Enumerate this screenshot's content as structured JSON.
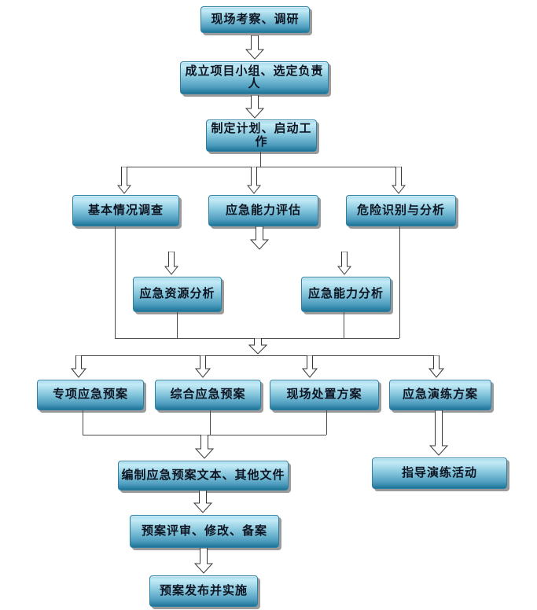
{
  "flowchart": {
    "nodes": [
      {
        "id": "site-survey",
        "label": "现场考察、调研"
      },
      {
        "id": "team-setup",
        "label": "成立项目小组、选定负责人"
      },
      {
        "id": "plan-kickoff",
        "label": "制定计划、启动工作"
      },
      {
        "id": "basic-survey",
        "label": "基本情况调查"
      },
      {
        "id": "capability-eval",
        "label": "应急能力评估"
      },
      {
        "id": "hazard-analysis",
        "label": "危险识别与分析"
      },
      {
        "id": "resource-analysis",
        "label": "应急资源分析"
      },
      {
        "id": "capability-analysis",
        "label": "应急能力分析"
      },
      {
        "id": "special-plan",
        "label": "专项应急预案"
      },
      {
        "id": "comprehensive-plan",
        "label": "综合应急预案"
      },
      {
        "id": "onsite-plan",
        "label": "现场处置方案"
      },
      {
        "id": "drill-plan",
        "label": "应急演练方案"
      },
      {
        "id": "compile-docs",
        "label": "编制应急预案文本、其他文件"
      },
      {
        "id": "guide-drill",
        "label": "指导演练活动"
      },
      {
        "id": "review-revise",
        "label": "预案评审、修改、备案"
      },
      {
        "id": "publish",
        "label": "预案发布并实施"
      }
    ],
    "edges": [
      {
        "from": [
          "site-survey"
        ],
        "to": [
          "team-setup"
        ]
      },
      {
        "from": [
          "team-setup"
        ],
        "to": [
          "plan-kickoff"
        ]
      },
      {
        "from": [
          "plan-kickoff"
        ],
        "to": [
          "basic-survey",
          "capability-eval",
          "hazard-analysis"
        ]
      },
      {
        "from": [
          "capability-eval"
        ],
        "to": [
          "resource-analysis",
          "capability-analysis"
        ]
      },
      {
        "from": [
          "basic-survey",
          "resource-analysis",
          "capability-analysis",
          "hazard-analysis"
        ],
        "to": [
          "special-plan",
          "comprehensive-plan",
          "onsite-plan",
          "drill-plan"
        ]
      },
      {
        "from": [
          "special-plan",
          "comprehensive-plan",
          "onsite-plan"
        ],
        "to": [
          "compile-docs"
        ]
      },
      {
        "from": [
          "drill-plan"
        ],
        "to": [
          "guide-drill"
        ]
      },
      {
        "from": [
          "compile-docs"
        ],
        "to": [
          "review-revise"
        ]
      },
      {
        "from": [
          "review-revise"
        ],
        "to": [
          "publish"
        ]
      }
    ],
    "colors": {
      "box_top": "#a6dcee",
      "box_highlight": "#c3eaf6",
      "box_mid": "#85c6dc",
      "box_bottom": "#2e84a6",
      "box_base": "#1f7396",
      "box_border": "#2f7fa2",
      "box_shadow": "#9b9b9b",
      "text": "#0d1422",
      "connector_line": "#4b4b4b",
      "arrow_fill": "#ffffff",
      "arrow_stroke": "#383838",
      "background": "#ffffff"
    }
  }
}
